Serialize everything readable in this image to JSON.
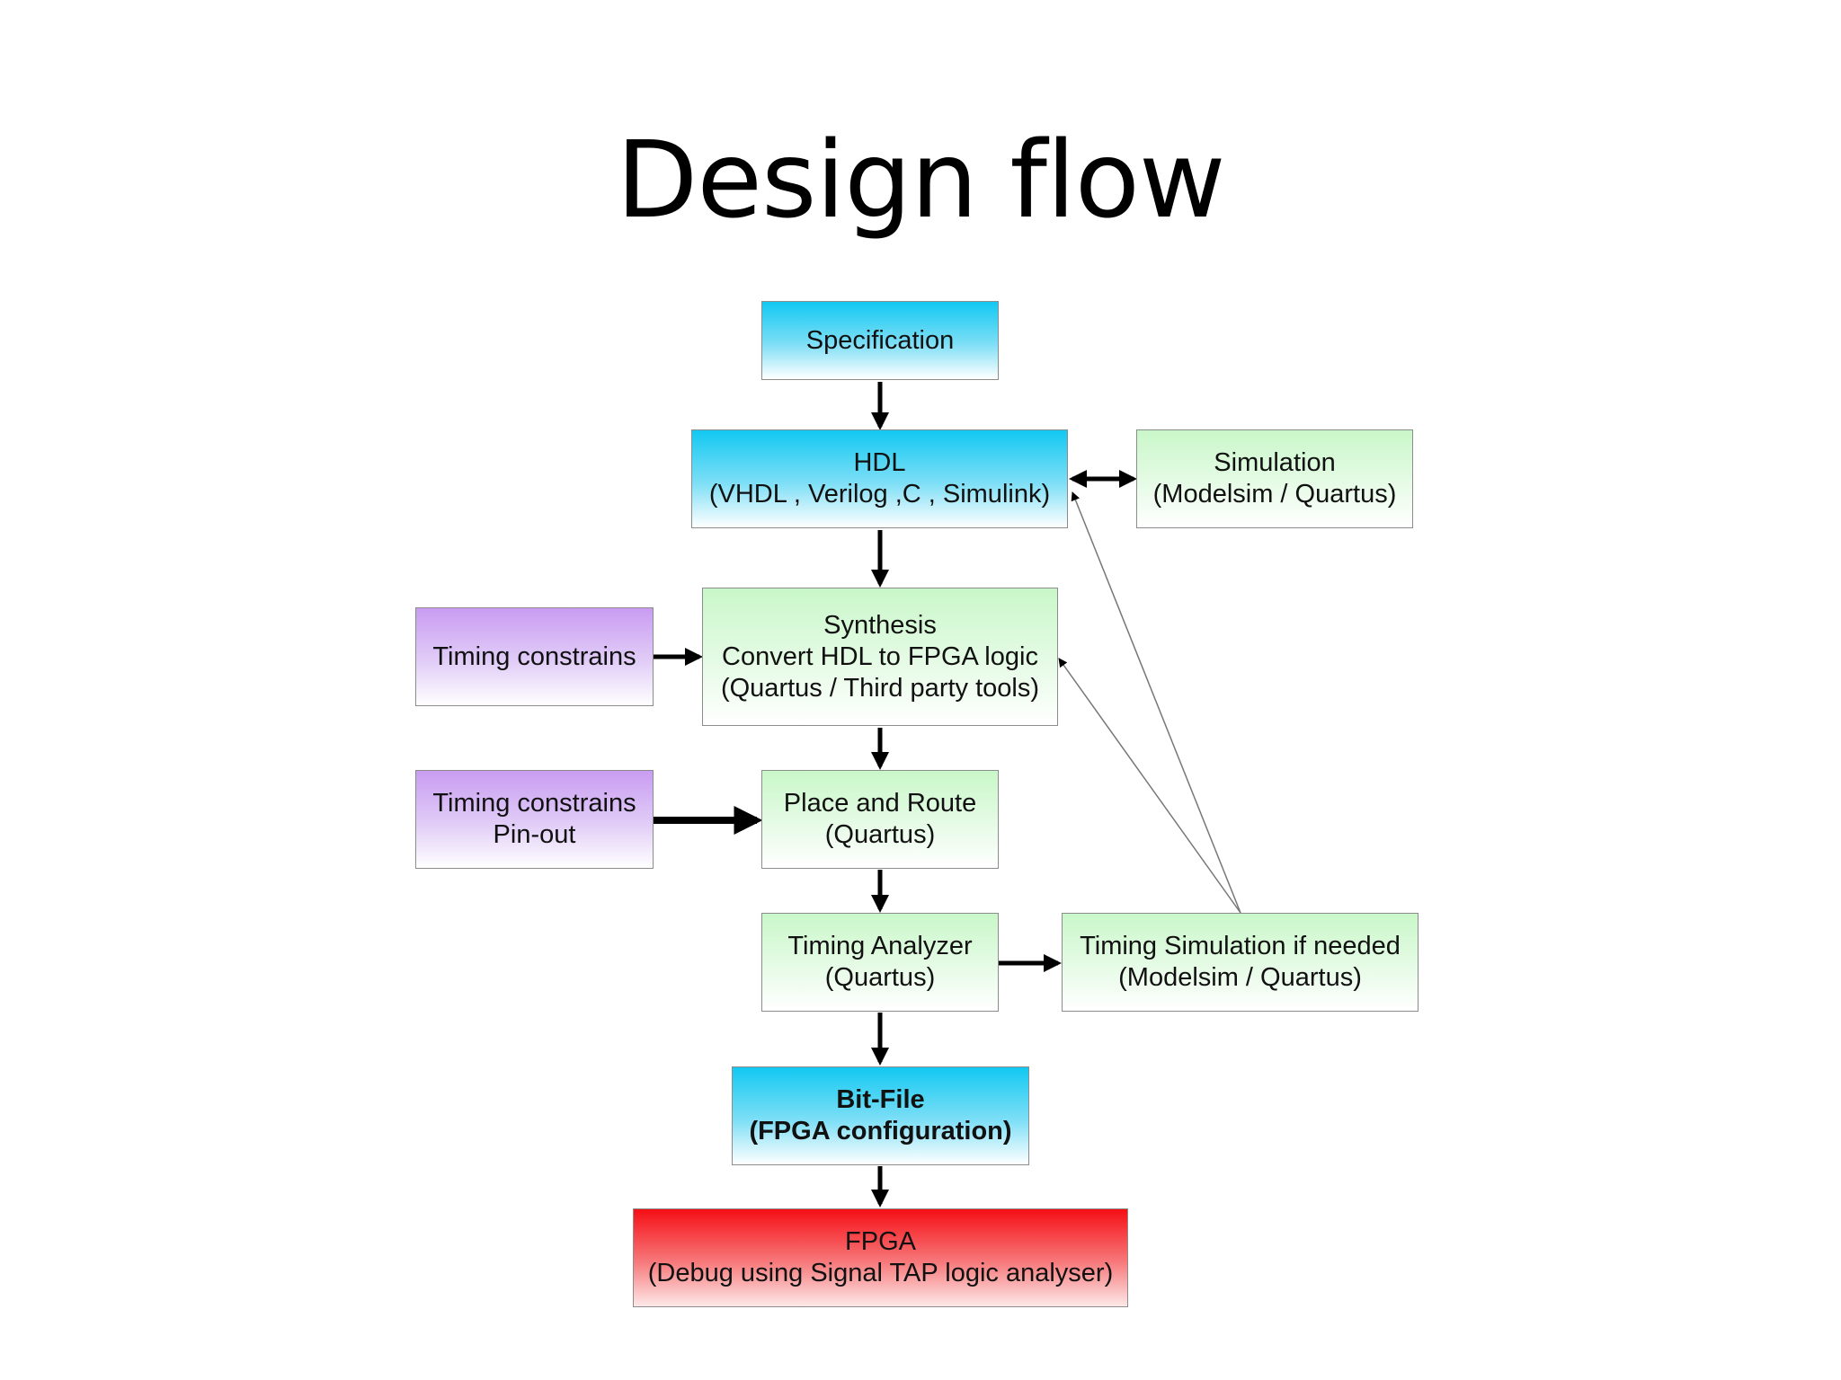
{
  "title": "Design flow",
  "nodes": {
    "specification": {
      "lines": [
        "Specification"
      ]
    },
    "hdl": {
      "lines": [
        "HDL",
        "(VHDL , Verilog ,C , Simulink)"
      ]
    },
    "simulation": {
      "lines": [
        "Simulation",
        "(Modelsim / Quartus)"
      ]
    },
    "synthesis": {
      "lines": [
        "Synthesis",
        "Convert HDL to FPGA logic",
        "(Quartus / Third party tools)"
      ]
    },
    "timing_constrains_1": {
      "lines": [
        "Timing constrains"
      ]
    },
    "timing_constrains_2": {
      "lines": [
        "Timing constrains",
        "Pin-out"
      ]
    },
    "place_route": {
      "lines": [
        "Place and Route",
        "(Quartus)"
      ]
    },
    "timing_analyzer": {
      "lines": [
        "Timing Analyzer",
        "(Quartus)"
      ]
    },
    "timing_simulation": {
      "lines": [
        "Timing Simulation if needed",
        "(Modelsim / Quartus)"
      ]
    },
    "bit_file": {
      "lines": [
        "Bit-File",
        "(FPGA configuration)"
      ]
    },
    "fpga": {
      "lines": [
        "FPGA",
        "(Debug using Signal TAP logic analyser)"
      ]
    }
  },
  "colors": {
    "process_cyan": "#12c8f2",
    "tool_green": "#c9f7c9",
    "constraint_purple": "#c99cf2",
    "target_red": "#f50f15",
    "connector": "#000000",
    "feedback_line": "#777777"
  }
}
